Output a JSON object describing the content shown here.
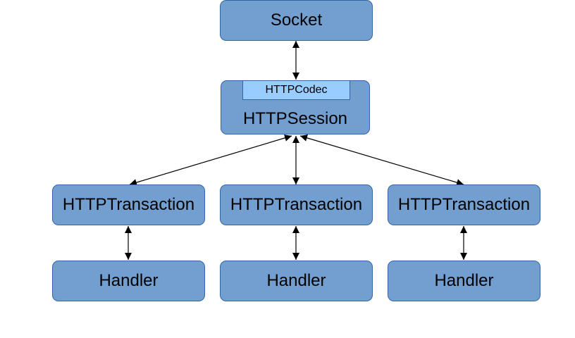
{
  "diagram": {
    "socket": {
      "label": "Socket"
    },
    "session": {
      "label": "HTTPSession",
      "codec_label": "HTTPCodec"
    },
    "transactions": [
      {
        "label": "HTTPTransaction"
      },
      {
        "label": "HTTPTransaction"
      },
      {
        "label": "HTTPTransaction"
      }
    ],
    "handlers": [
      {
        "label": "Handler"
      },
      {
        "label": "Handler"
      },
      {
        "label": "Handler"
      }
    ],
    "edges": [
      {
        "from": "socket",
        "to": "session",
        "bidirectional": true
      },
      {
        "from": "session",
        "to": "transaction-1",
        "bidirectional": true
      },
      {
        "from": "session",
        "to": "transaction-2",
        "bidirectional": true
      },
      {
        "from": "session",
        "to": "transaction-3",
        "bidirectional": true
      },
      {
        "from": "transaction-1",
        "to": "handler-1",
        "bidirectional": true
      },
      {
        "from": "transaction-2",
        "to": "handler-2",
        "bidirectional": true
      },
      {
        "from": "transaction-3",
        "to": "handler-3",
        "bidirectional": true
      }
    ],
    "colors": {
      "node_fill": "#729fcf",
      "node_border": "#3465a4",
      "codec_fill": "#99ccff",
      "edge": "#000000"
    }
  }
}
